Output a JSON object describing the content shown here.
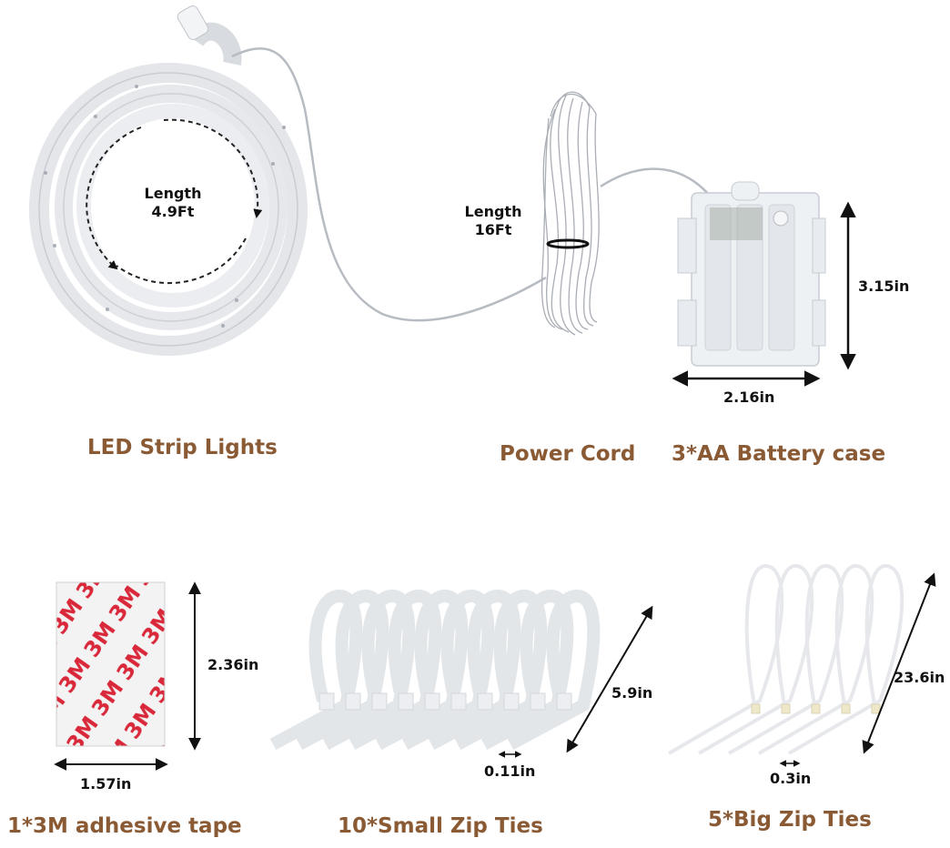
{
  "colors": {
    "caption": "#8a5a34",
    "dimension": "#111111",
    "tape_red": "#d9283a"
  },
  "led_strip": {
    "length_label": "Length",
    "length_value": "4.9Ft",
    "caption": "LED Strip Lights"
  },
  "power_cord": {
    "length_label": "Length",
    "length_value": "16Ft",
    "caption": "Power Cord"
  },
  "battery_case": {
    "height": "3.15in",
    "width": "2.16in",
    "caption": "3*AA Battery case"
  },
  "adhesive_tape": {
    "height": "2.36in",
    "width": "1.57in",
    "caption": "1*3M adhesive tape",
    "logo_text": "3M"
  },
  "small_zip_ties": {
    "length": "5.9in",
    "width": "0.11in",
    "caption": "10*Small Zip Ties",
    "count": 10
  },
  "big_zip_ties": {
    "length": "23.6in",
    "width": "0.3in",
    "caption": "5*Big Zip Ties",
    "count": 5
  }
}
